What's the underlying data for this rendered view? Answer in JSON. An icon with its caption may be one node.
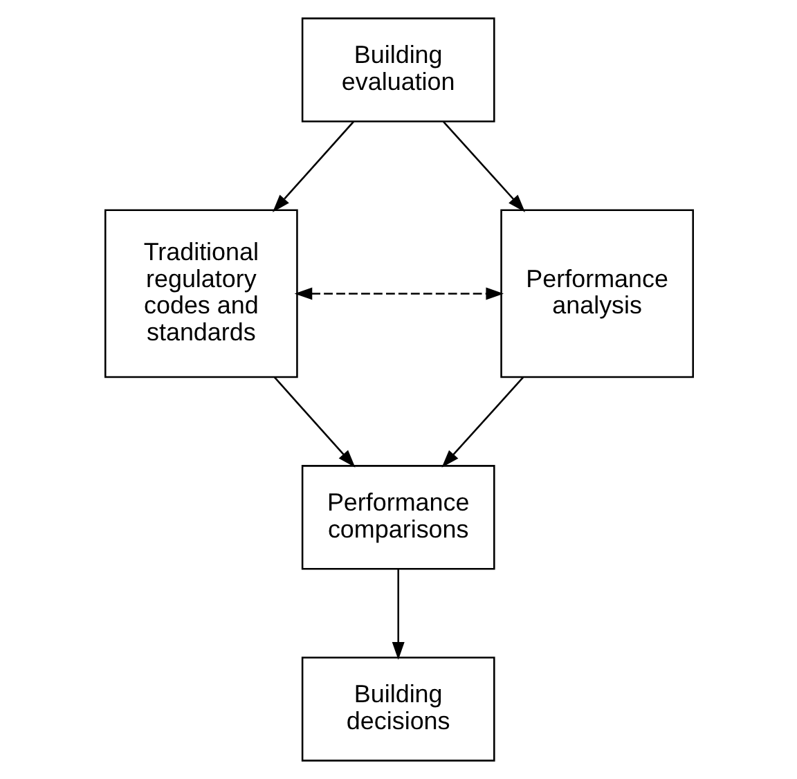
{
  "diagram": {
    "nodes": [
      {
        "text": [
          "Building evaluation"
        ]
      },
      {
        "text": [
          "Traditional regulatory codes and standards"
        ]
      },
      {
        "text": [
          "Performance analysis"
        ]
      },
      {
        "text": [
          "Performance comparisons"
        ]
      },
      {
        "text": [
          "Building decisions"
        ]
      }
    ],
    "edges": [
      {
        "from": 0,
        "to": 1,
        "arrow": "to"
      },
      {
        "from": 0,
        "to": 2,
        "arrow": "to"
      },
      {
        "from": 1,
        "to": 2,
        "arrow": "both",
        "style": "dashed"
      },
      {
        "from": 1,
        "to": 3,
        "arrow": "to"
      },
      {
        "from": 2,
        "to": 3,
        "arrow": "to"
      },
      {
        "from": 3,
        "to": 4,
        "arrow": "to"
      }
    ]
  }
}
